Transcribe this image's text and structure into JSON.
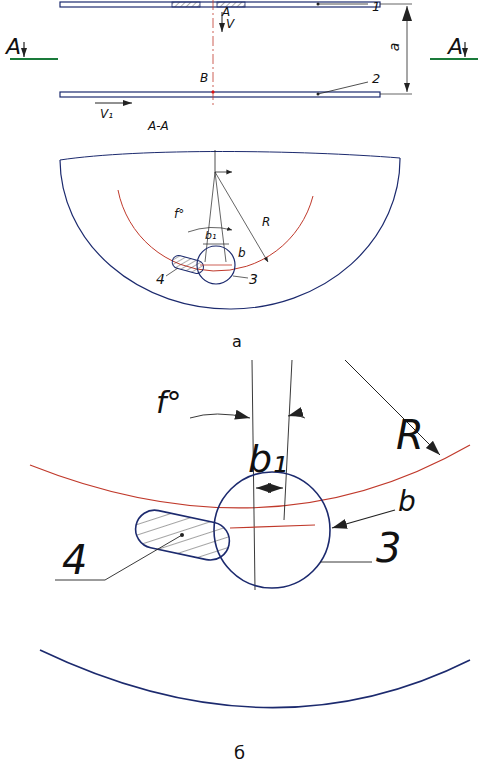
{
  "diagram": {
    "labels": [
      "A",
      "A",
      "V",
      "1",
      "A",
      "a",
      "B",
      "2",
      "V₁",
      "A-A",
      "f°",
      "R",
      "b₁",
      "b",
      "4",
      "3",
      "а",
      "f°",
      "R",
      "b₁",
      "b",
      "4",
      "3",
      "б"
    ]
  }
}
